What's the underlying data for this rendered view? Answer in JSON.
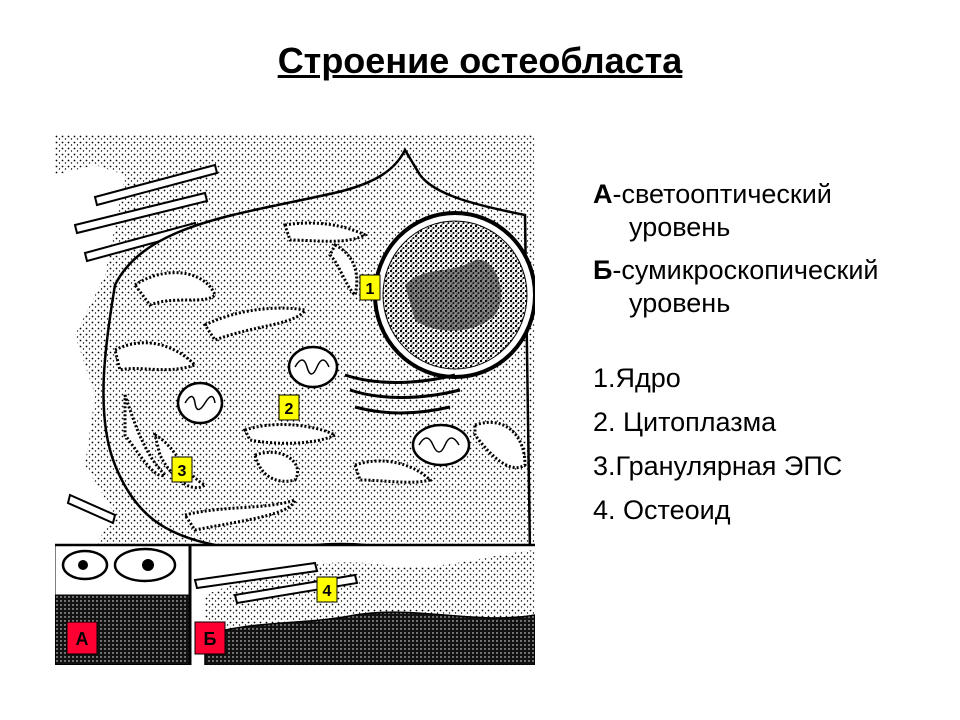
{
  "title": "Строение остеобласта",
  "levels": [
    {
      "letter": "А",
      "rest": "-светооптический",
      "cont": "уровень"
    },
    {
      "letter": "Б",
      "rest": "-сумикроскопический",
      "cont": "уровень"
    }
  ],
  "legend": [
    "1.Ядро",
    "2. Цитоплазма",
    "3.Гранулярная ЭПС",
    "4. Остеоид"
  ],
  "markers": {
    "m1": "1",
    "m2": "2",
    "m3": "3",
    "m4": "4",
    "inset_a": "А",
    "inset_b": "Б"
  },
  "colors": {
    "yellow_marker": "#ffff00",
    "red_marker": "#ff0033"
  }
}
